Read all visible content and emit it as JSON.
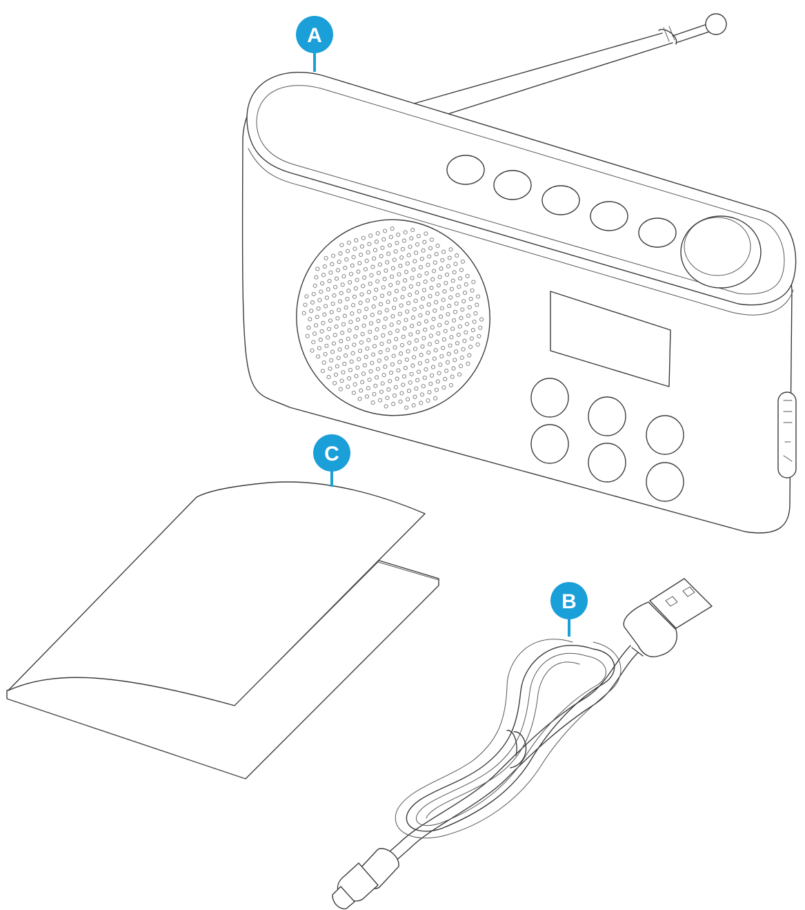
{
  "callouts": [
    {
      "id": "A",
      "label": "A",
      "item": "radio"
    },
    {
      "id": "B",
      "label": "B",
      "item": "usb-cable"
    },
    {
      "id": "C",
      "label": "C",
      "item": "manual"
    }
  ],
  "colors": {
    "callout": "#1a9fd8",
    "line": "#3a3a3a",
    "background": "#ffffff"
  },
  "icons": {
    "radio": "portable-radio-icon",
    "cable": "usb-cable-icon",
    "manual": "manual-booklet-icon"
  }
}
